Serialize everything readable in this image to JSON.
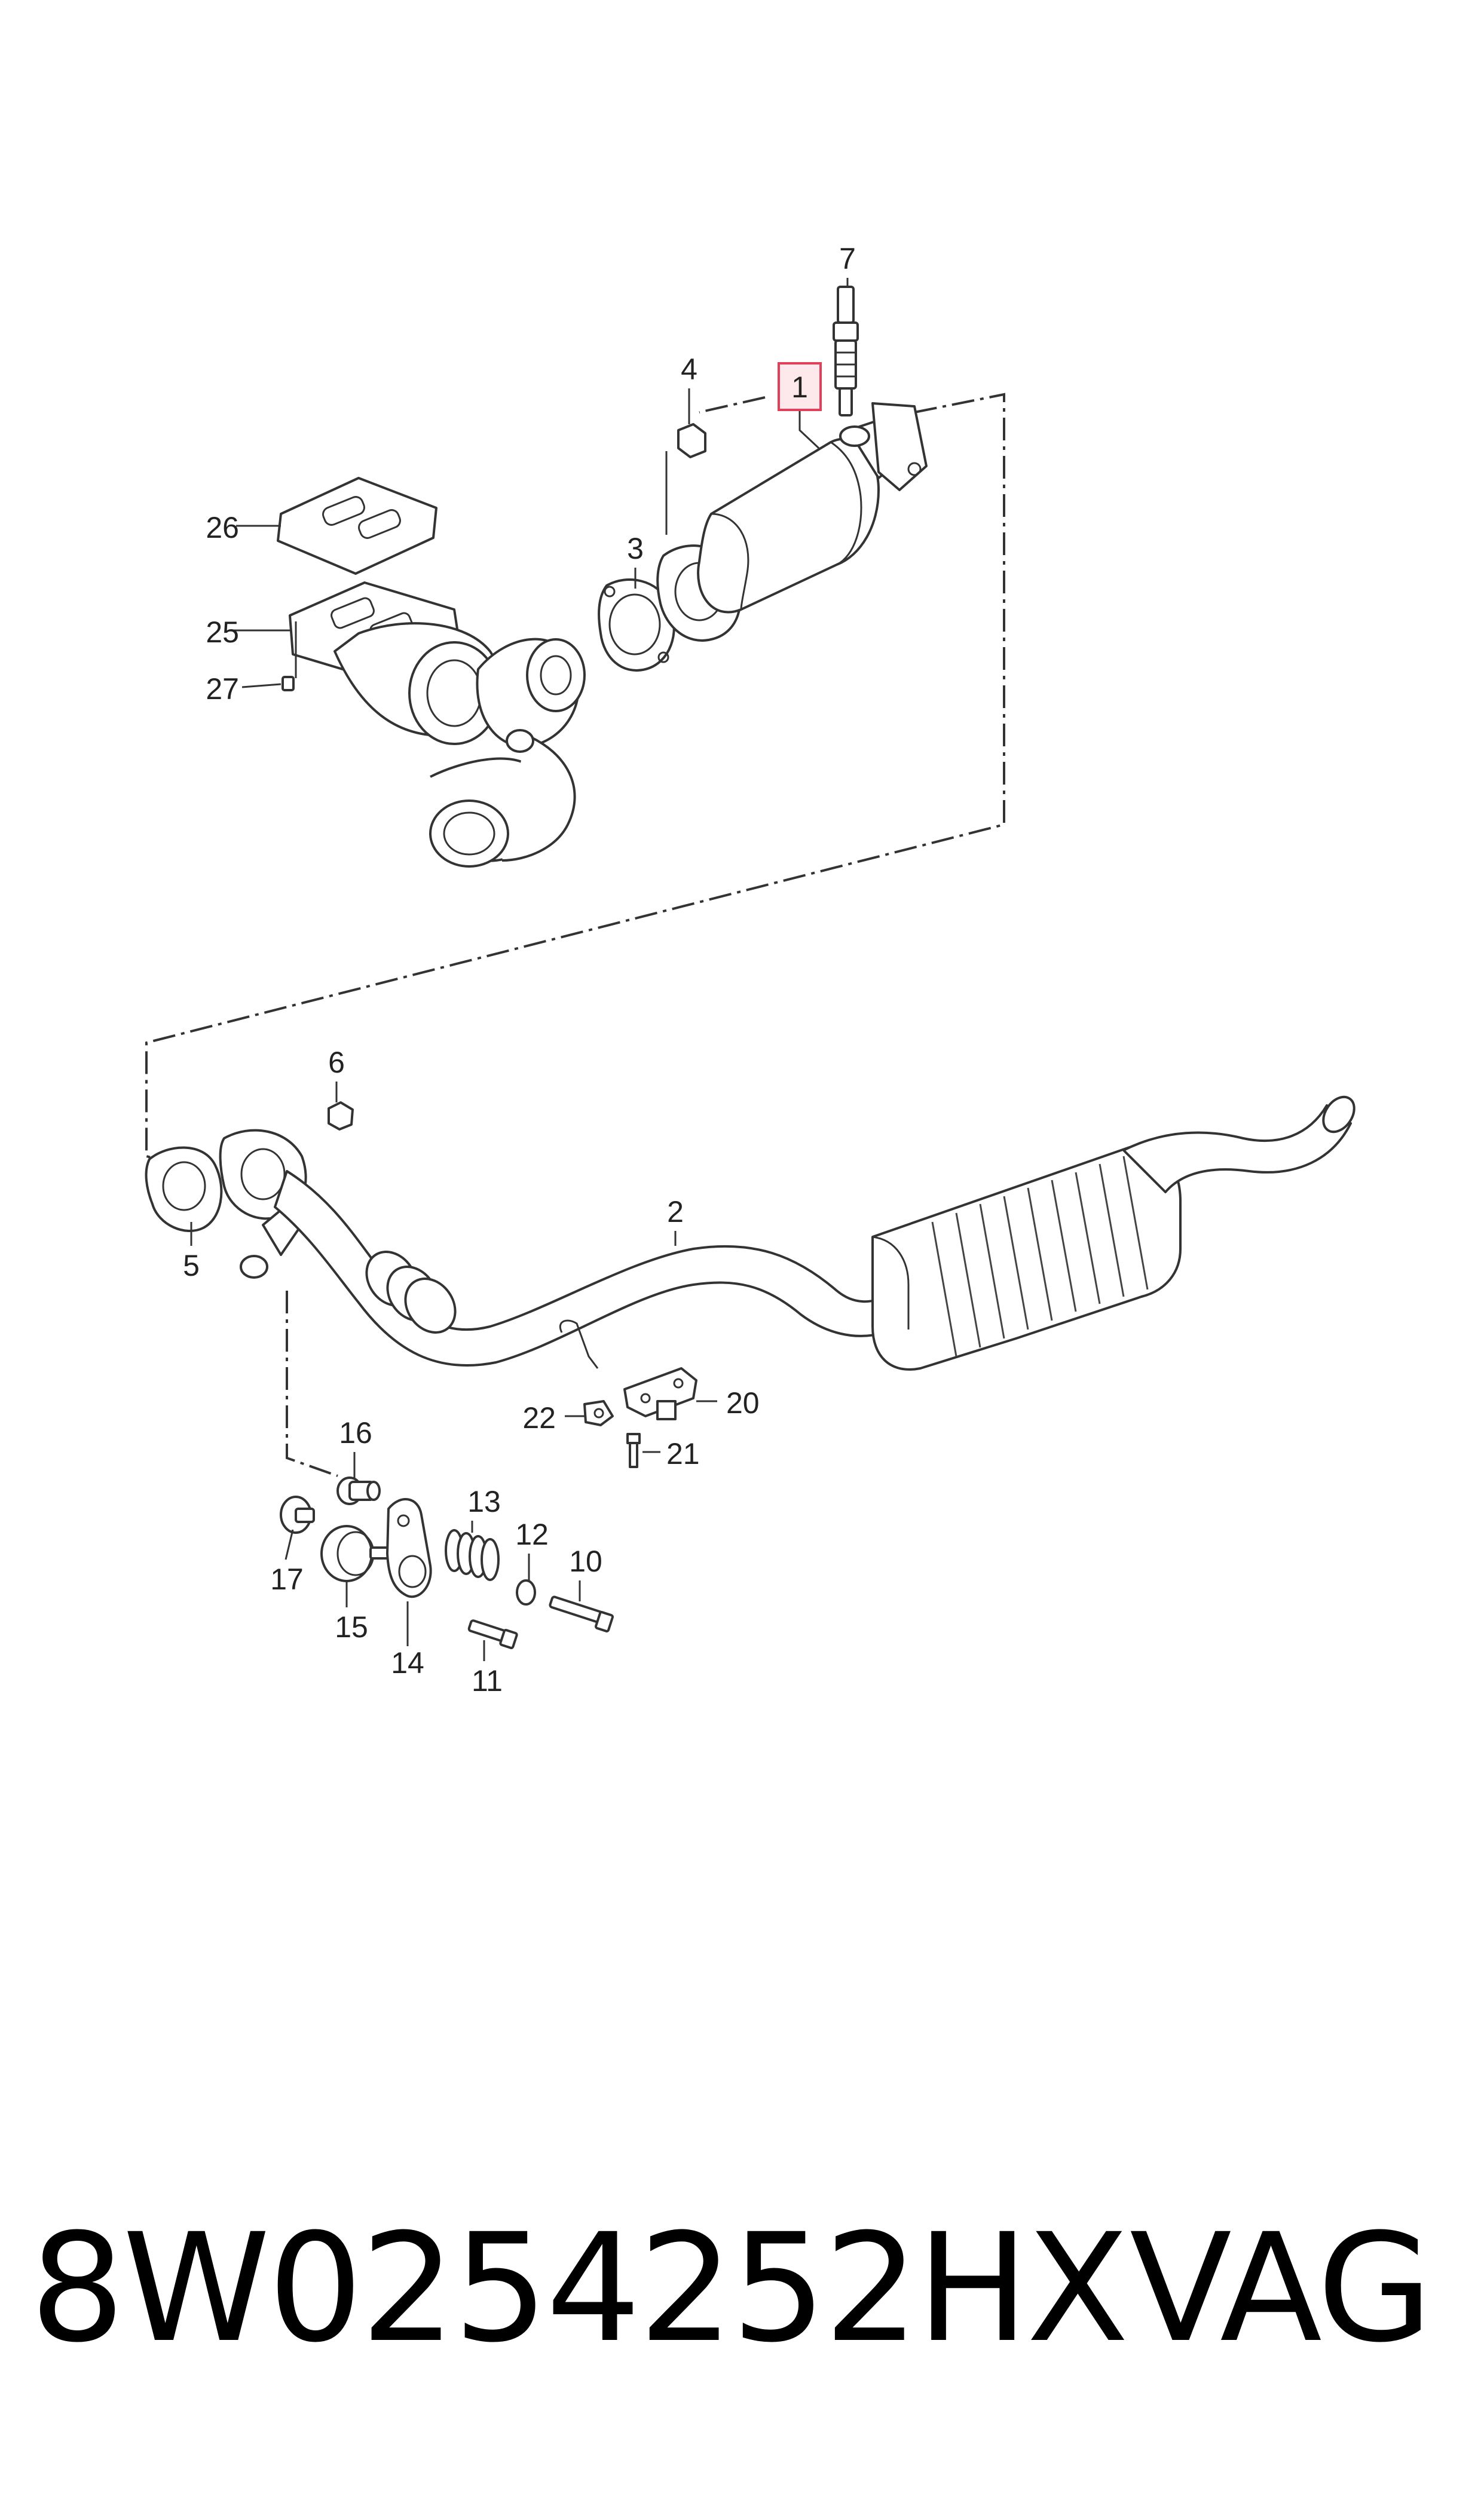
{
  "diagram": {
    "callouts": [
      {
        "id": "1",
        "text": "1"
      },
      {
        "id": "2",
        "text": "2"
      },
      {
        "id": "3",
        "text": "3"
      },
      {
        "id": "4",
        "text": "4"
      },
      {
        "id": "5",
        "text": "5"
      },
      {
        "id": "6",
        "text": "6"
      },
      {
        "id": "7",
        "text": "7"
      },
      {
        "id": "10",
        "text": "10"
      },
      {
        "id": "11",
        "text": "11"
      },
      {
        "id": "12",
        "text": "12"
      },
      {
        "id": "13",
        "text": "13"
      },
      {
        "id": "14",
        "text": "14"
      },
      {
        "id": "15",
        "text": "15"
      },
      {
        "id": "16",
        "text": "16"
      },
      {
        "id": "17",
        "text": "17"
      },
      {
        "id": "20",
        "text": "20"
      },
      {
        "id": "21",
        "text": "21"
      },
      {
        "id": "22",
        "text": "22"
      },
      {
        "id": "25",
        "text": "25"
      },
      {
        "id": "26",
        "text": "26"
      },
      {
        "id": "27",
        "text": "27"
      }
    ],
    "highlighted_callout": "1",
    "highlight_color": "#e0405a"
  },
  "footer": {
    "part_number": "8W0254252HX",
    "brand": "VAG"
  }
}
